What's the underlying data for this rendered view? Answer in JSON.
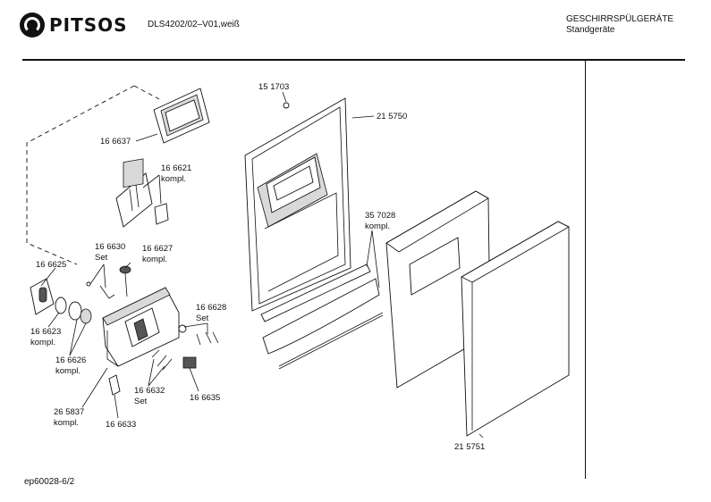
{
  "header": {
    "brand": "PITSOS",
    "model": "DLS4202/02–V01,weiß",
    "category_line1": "GESCHIRRSPÜLGERÄTE",
    "category_line2": "Standgeräte"
  },
  "footer": {
    "ref": "ep60028-6/2"
  },
  "labels": {
    "p151703": "15 1703",
    "p215750": "21 5750",
    "p166637": "16 6637",
    "p166621": "16 6621",
    "p166621_sub": "kompl.",
    "p357028": "35 7028",
    "p357028_sub": "kompl.",
    "p166630": "16 6630",
    "p166630_sub": "Set",
    "p166627": "16 6627",
    "p166627_sub": "kompl.",
    "p166625": "16 6625",
    "p166628": "16 6628",
    "p166628_sub": "Set",
    "p166623": "16 6623",
    "p166623_sub": "kompl.",
    "p166626": "16 6626",
    "p166626_sub": "kompl.",
    "p166632": "16 6632",
    "p166632_sub": "Set",
    "p166635": "16 6635",
    "p265837": "26 5837",
    "p265837_sub": "kompl.",
    "p166633": "16 6633",
    "p215751": "21 5751"
  }
}
